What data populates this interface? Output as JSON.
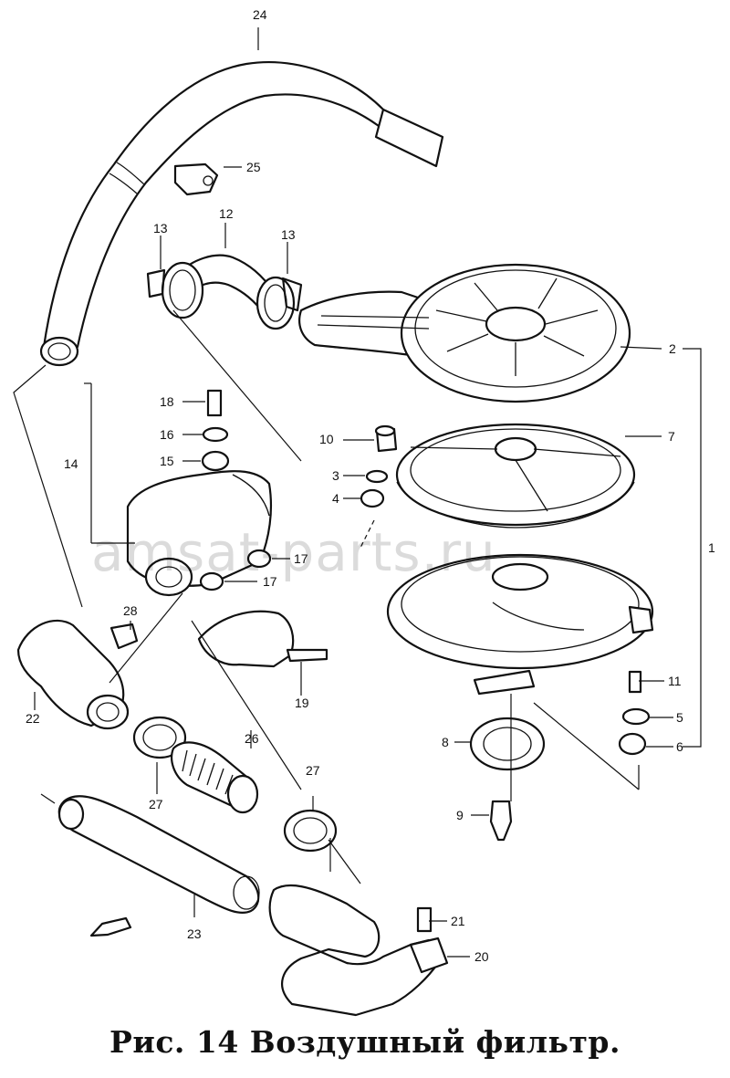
{
  "caption": "Рис. 14 Воздушный фильтр.",
  "watermark": "amsat-parts.ru",
  "callouts": {
    "c1": "1",
    "c2": "2",
    "c3": "3",
    "c4": "4",
    "c5": "5",
    "c6": "6",
    "c7": "7",
    "c8": "8",
    "c9": "9",
    "c10": "10",
    "c11": "11",
    "c12": "12",
    "c13a": "13",
    "c13b": "13",
    "c14": "14",
    "c15": "15",
    "c16": "16",
    "c17a": "17",
    "c17b": "17",
    "c18": "18",
    "c19": "19",
    "c20": "20",
    "c21": "21",
    "c22": "22",
    "c23": "23",
    "c24": "24",
    "c25": "25",
    "c26": "26",
    "c27a": "27",
    "c27b": "27",
    "c28": "28"
  },
  "colors": {
    "ink": "#111111",
    "background": "#ffffff"
  }
}
